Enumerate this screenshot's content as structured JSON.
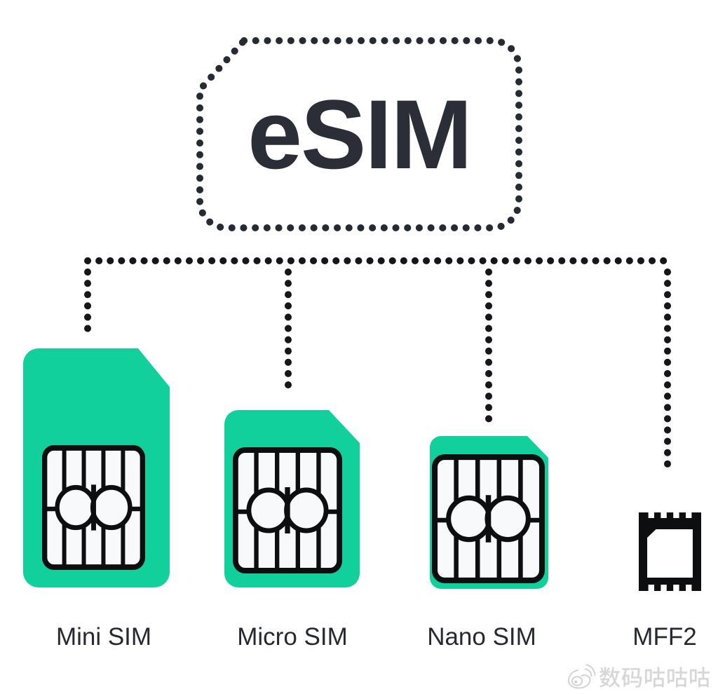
{
  "esim": {
    "label": "eSIM"
  },
  "cards": [
    {
      "id": "mini-sim",
      "label": "Mini SIM",
      "type": "sim-card"
    },
    {
      "id": "micro-sim",
      "label": "Micro SIM",
      "type": "sim-card"
    },
    {
      "id": "nano-sim",
      "label": "Nano SIM",
      "type": "sim-card"
    },
    {
      "id": "mff2",
      "label": "MFF2",
      "type": "embedded-chip"
    }
  ],
  "watermark": {
    "text": "数码咕咕咕",
    "icon": "weibo-icon"
  },
  "colors": {
    "sim_green": "#12d09b",
    "outline_dark": "#262a33",
    "connector_black": "#14161a",
    "text_dark": "#2b2e36",
    "chip_face": "#f8f9fa",
    "chip_line": "#0c0e10",
    "mff2_black": "#0c0e10",
    "watermark_gray": "#d6d6d6"
  }
}
